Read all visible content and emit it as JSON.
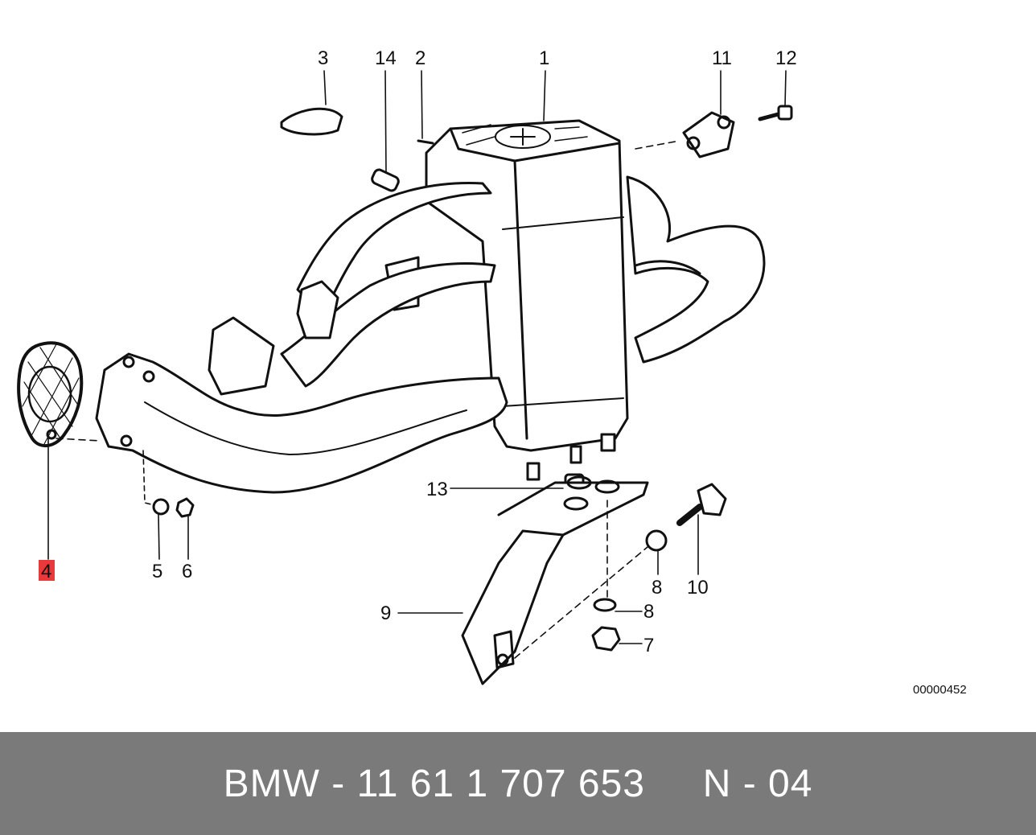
{
  "diagram": {
    "reference_number": "00000452",
    "highlight_color": "#e83a3a",
    "callouts": [
      {
        "id": "c1",
        "label": "1"
      },
      {
        "id": "c2",
        "label": "2"
      },
      {
        "id": "c3",
        "label": "3"
      },
      {
        "id": "c4",
        "label": "4",
        "highlighted": true
      },
      {
        "id": "c5",
        "label": "5"
      },
      {
        "id": "c6",
        "label": "6"
      },
      {
        "id": "c7",
        "label": "7"
      },
      {
        "id": "c8a",
        "label": "8"
      },
      {
        "id": "c8b",
        "label": "8"
      },
      {
        "id": "c9",
        "label": "9"
      },
      {
        "id": "c10",
        "label": "10"
      },
      {
        "id": "c11",
        "label": "11"
      },
      {
        "id": "c12",
        "label": "12"
      },
      {
        "id": "c13",
        "label": "13"
      },
      {
        "id": "c14",
        "label": "14"
      }
    ]
  },
  "footer": {
    "brand": "BMW",
    "part_number": "11 61 1 707 653",
    "position_code": "N - 04",
    "background_color": "#7a7a7a"
  }
}
